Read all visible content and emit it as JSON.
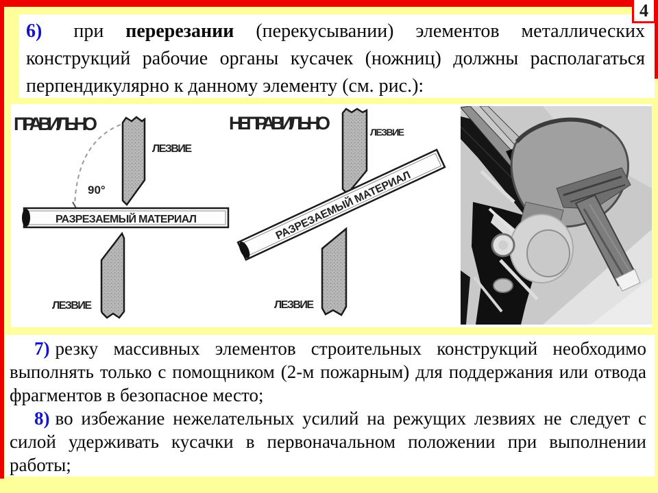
{
  "slide": {
    "number": "4",
    "colors": {
      "background": "#FEFE9B",
      "frame": "#EE0000",
      "accent_blue": "#1414CC"
    }
  },
  "paragraphs": {
    "item6": {
      "marker": "6)",
      "lead": "при",
      "bold": "перерезании",
      "rest": "(перекусывании) элементов металлических конструкций рабочие органы кусачек (ножниц) должны располагаться перпендикулярно к данному элементу (см. рис.):"
    },
    "item7": {
      "marker": "7)",
      "text": "резку массивных элементов строительных конструкций необходимо выполнять только с помощником (2-м пожарным) для поддержания или отвода фрагментов в безопасное место;"
    },
    "item8": {
      "marker": "8)",
      "text": "во избежание нежелательных усилий на режущих лезвиях не следует с силой удерживать кусачки в первоначальном положении при выполнении работы;"
    }
  },
  "figure": {
    "correct": {
      "title": "ПРАВИЛЬНО",
      "blade_top": "ЛЕЗВИЕ",
      "blade_bottom": "ЛЕЗВИЕ",
      "material": "РАЗРЕЗАЕМЫЙ МАТЕРИАЛ",
      "angle": "90°"
    },
    "incorrect": {
      "title": "НЕПРАВИЛЬНО",
      "blade_top": "ЛЕЗВИЕ",
      "blade_bottom": "ЛЕЗВИЕ",
      "material": "РАЗРЕЗАЕМЫЙ МАТЕРИАЛ"
    }
  }
}
